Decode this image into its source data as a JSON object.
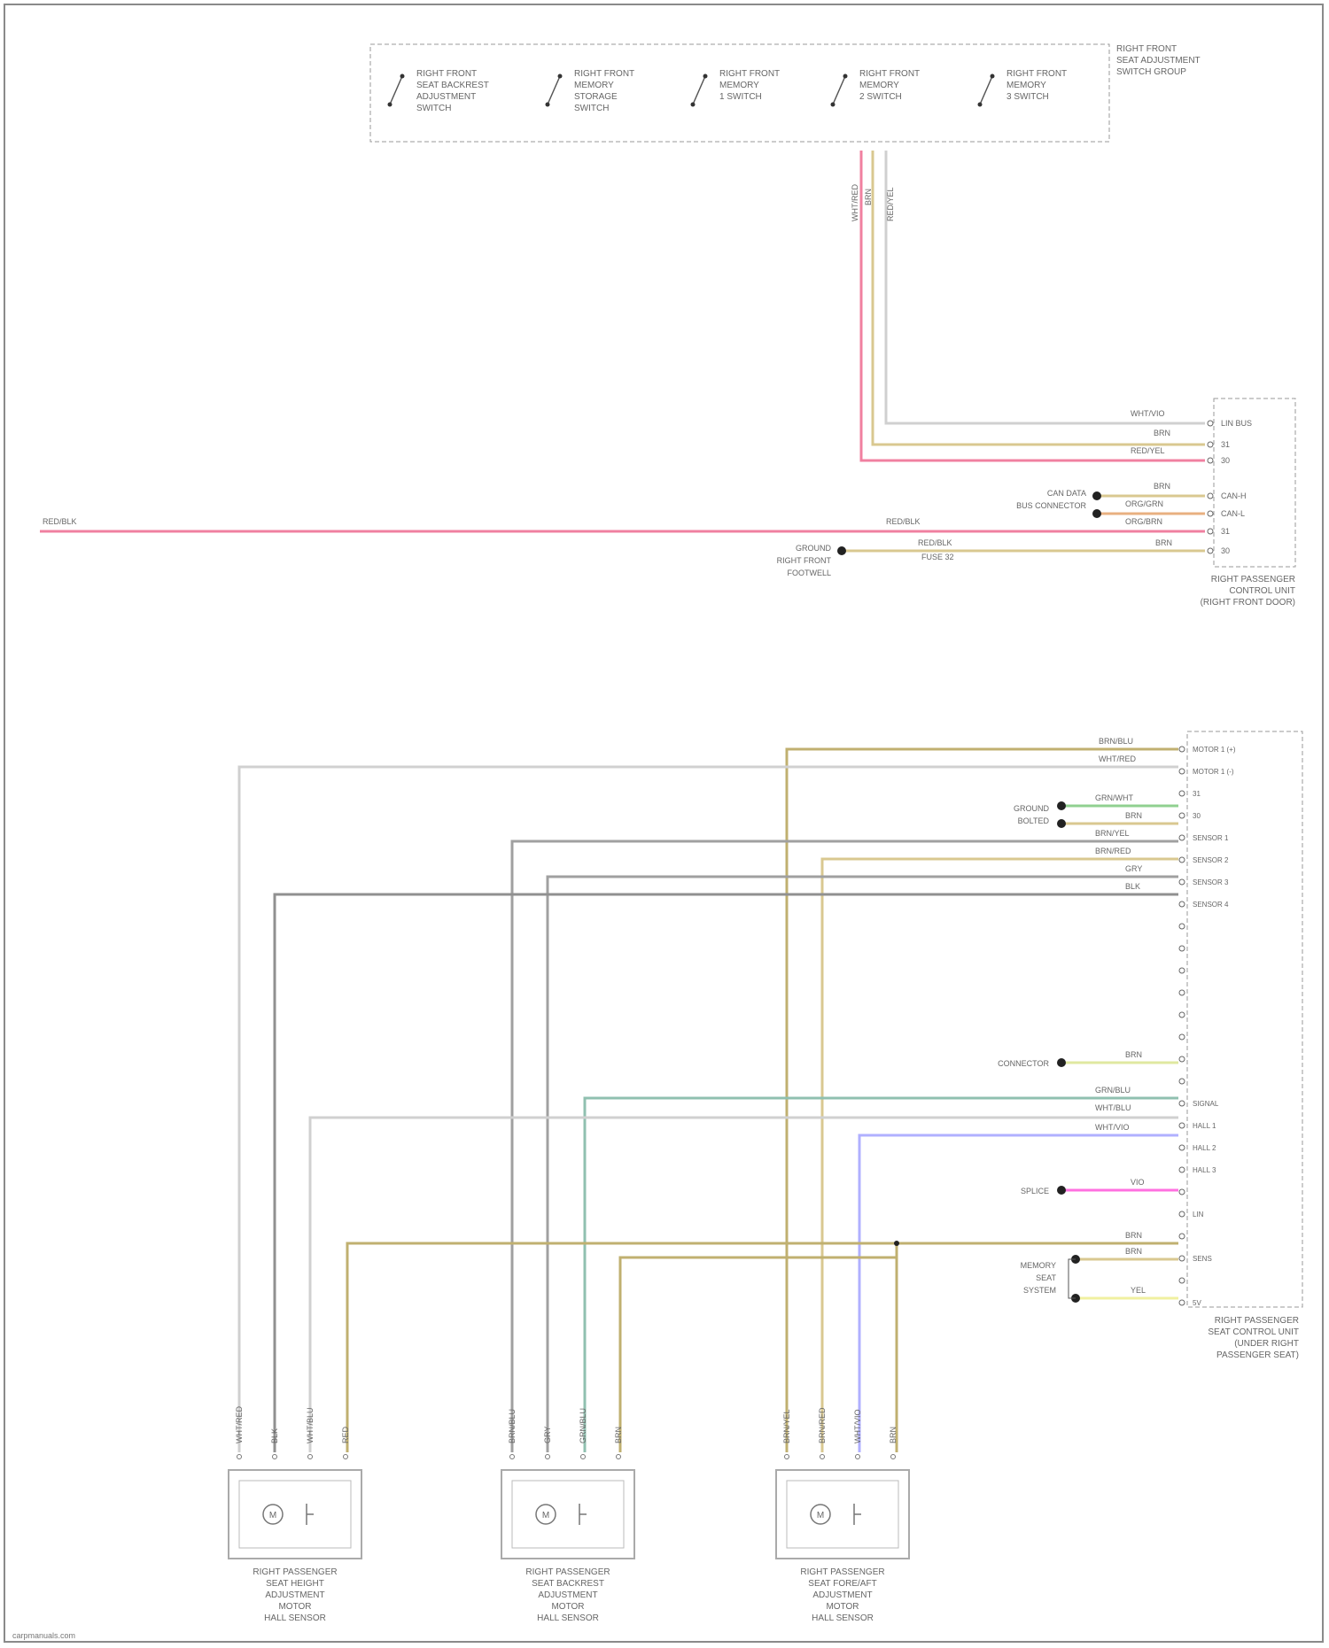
{
  "colors": {
    "red": "#f080a0",
    "tan": "#d9c890",
    "olive": "#c0b070",
    "yellow_green": "#e0e8a0",
    "gray": "#a0a0a0",
    "dark_gray": "#909090",
    "white_gray": "#d0d0d0",
    "green": "#90d090",
    "teal": "#90c0b0",
    "violet": "#b0b0ff",
    "magenta": "#ff70e0",
    "orange": "#e8b080",
    "yellow": "#f0f0a0"
  },
  "switch_panel": {
    "label": [
      "RIGHT FRONT",
      "SEAT ADJUSTMENT",
      "SWITCH GROUP"
    ],
    "switches": [
      [
        "RIGHT FRONT",
        "SEAT BACKREST",
        "ADJUSTMENT",
        "SWITCH"
      ],
      [
        "RIGHT FRONT",
        "MEMORY",
        "STORAGE",
        "SWITCH"
      ],
      [
        "RIGHT FRONT",
        "MEMORY",
        "1 SWITCH"
      ],
      [
        "RIGHT FRONT",
        "MEMORY",
        "2 SWITCH"
      ],
      [
        "RIGHT FRONT",
        "MEMORY",
        "3 SWITCH"
      ]
    ],
    "wire_labels": [
      "WHT/RED",
      "BRN",
      "RED/YEL"
    ]
  },
  "door_module": {
    "label": [
      "RIGHT PASSENGER",
      "CONTROL UNIT",
      "(RIGHT FRONT DOOR)"
    ],
    "pins": [
      "LIN BUS",
      "31",
      "30",
      "CAN-H",
      "CAN-L",
      "31",
      "30"
    ],
    "wire_labels": [
      "WHT/VIO",
      "BRN",
      "RED/YEL",
      "BRN",
      "ORG/GRN",
      "ORG/BRN",
      "BRN",
      "RED/BLK"
    ],
    "ground_labels": [
      [
        "CAN DATA",
        "BUS CONNECTOR"
      ],
      [
        "GROUND",
        "RIGHT FRONT",
        "FOOTWELL"
      ]
    ],
    "feed_label": "RED/BLK",
    "fuse_label": "FUSE 32",
    "splice_label": "RED/BLK"
  },
  "seat_module": {
    "label": [
      "RIGHT PASSENGER",
      "SEAT CONTROL UNIT",
      "(UNDER RIGHT",
      "PASSENGER SEAT)"
    ],
    "pin_labels": [
      "MOTOR 1 (+)",
      "MOTOR 1 (-)",
      "31",
      "30",
      "SENSOR 1",
      "SENSOR 2",
      "SENSOR 3",
      "SENSOR 4",
      "",
      "",
      "",
      "",
      "",
      "",
      "",
      "",
      "SIGNAL",
      "HALL 1",
      "HALL 2",
      "HALL 3",
      "",
      "LIN",
      "",
      "SENS",
      "",
      "5V"
    ],
    "wire_labels": [
      "BRN/BLU",
      "WHT/RED",
      "GRN/WHT",
      "BRN",
      "BRN/YEL",
      "BRN/RED",
      "GRY",
      "BLK",
      "BRN",
      "GRN/BLU",
      "WHT/BLU",
      "WHT/VIO",
      "VIO",
      "BRN",
      "BRN",
      "YEL"
    ],
    "ground_labels": [
      [
        "GROUND",
        "BOLTED"
      ],
      [
        "CONNECTOR"
      ],
      [
        "SPLICE"
      ],
      [
        "MEMORY",
        "SEAT",
        "SYSTEM"
      ]
    ]
  },
  "motors": [
    {
      "label": [
        "RIGHT PASSENGER",
        "SEAT HEIGHT",
        "ADJUSTMENT",
        "MOTOR",
        "HALL SENSOR"
      ],
      "wires": [
        "WHT/RED",
        "BLK",
        "WHT/BLU",
        "RED"
      ]
    },
    {
      "label": [
        "RIGHT PASSENGER",
        "SEAT BACKREST",
        "ADJUSTMENT",
        "MOTOR",
        "HALL SENSOR"
      ],
      "wires": [
        "BRN/BLU",
        "GRY",
        "GRN/BLU",
        "BRN"
      ]
    },
    {
      "label": [
        "RIGHT PASSENGER",
        "SEAT FORE/AFT",
        "ADJUSTMENT",
        "MOTOR",
        "HALL SENSOR"
      ],
      "wires": [
        "BRN/YEL",
        "BRN/RED",
        "WHT/VIO",
        "BRN"
      ]
    }
  ],
  "left_feed_label": "RED/BLK",
  "footer": "carpmanuals.com"
}
